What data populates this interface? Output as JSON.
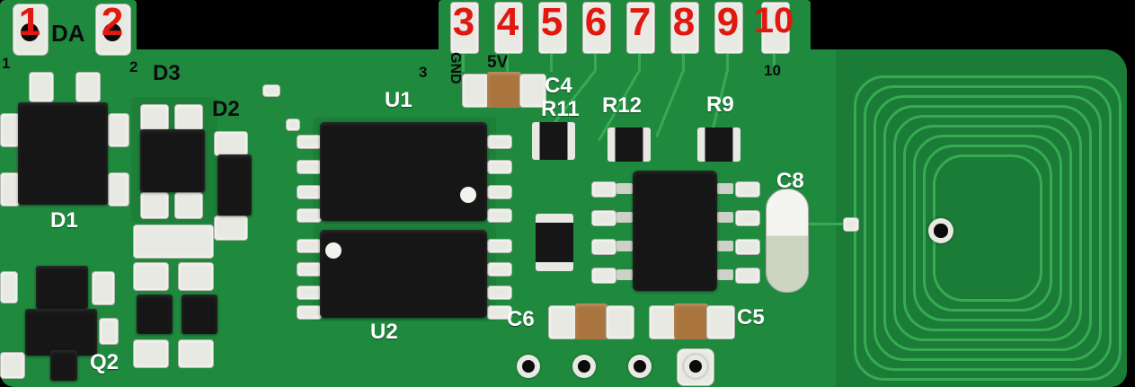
{
  "photo": {
    "description": "RFID reader PCB module photo with annotated pin numbers and silkscreen reference designators",
    "colors": {
      "pcb_green": "#1f8a3e",
      "antenna_green": "#1a7c36",
      "trace_green": "#37aa52",
      "pad_silver": "#e8e9e3",
      "component_black": "#161616",
      "annotation_red": "#e0180f",
      "capacitor_tan": "#a9743d"
    },
    "pin_annotations": [
      "1",
      "2",
      "3",
      "4",
      "5",
      "6",
      "7",
      "8",
      "9",
      "10"
    ],
    "silkscreen": {
      "da": "DA",
      "pin1": "1",
      "pin2": "2",
      "pin3": "3",
      "pin10": "10",
      "gnd": "GND",
      "v5": "5V"
    },
    "labels": {
      "u1": "U1",
      "u2": "U2",
      "d1": "D1",
      "d2": "D2",
      "d3": "D3",
      "q2": "Q2",
      "c4": "C4",
      "c5": "C5",
      "c6": "C6",
      "c8": "C8",
      "r9": "R9",
      "r11": "R11",
      "r12": "R12"
    }
  }
}
